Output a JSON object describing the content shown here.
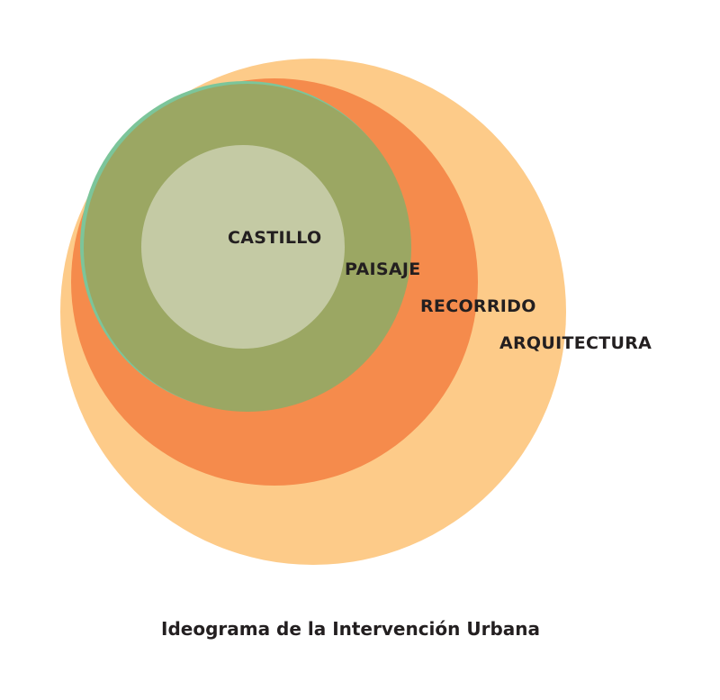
{
  "title": "Ideograma de la Intervención Urbana",
  "layers": [
    {
      "label": "ARQUITECTURA",
      "color": "#fdcb89"
    },
    {
      "label": "RECORRIDO",
      "color": "#f58b4c"
    },
    {
      "label": "PAISAJE",
      "color": "#9ba763"
    },
    {
      "label": "CASTILLO",
      "color": "#c4caa4"
    }
  ],
  "accent_sliver_color": "#7cc59a"
}
